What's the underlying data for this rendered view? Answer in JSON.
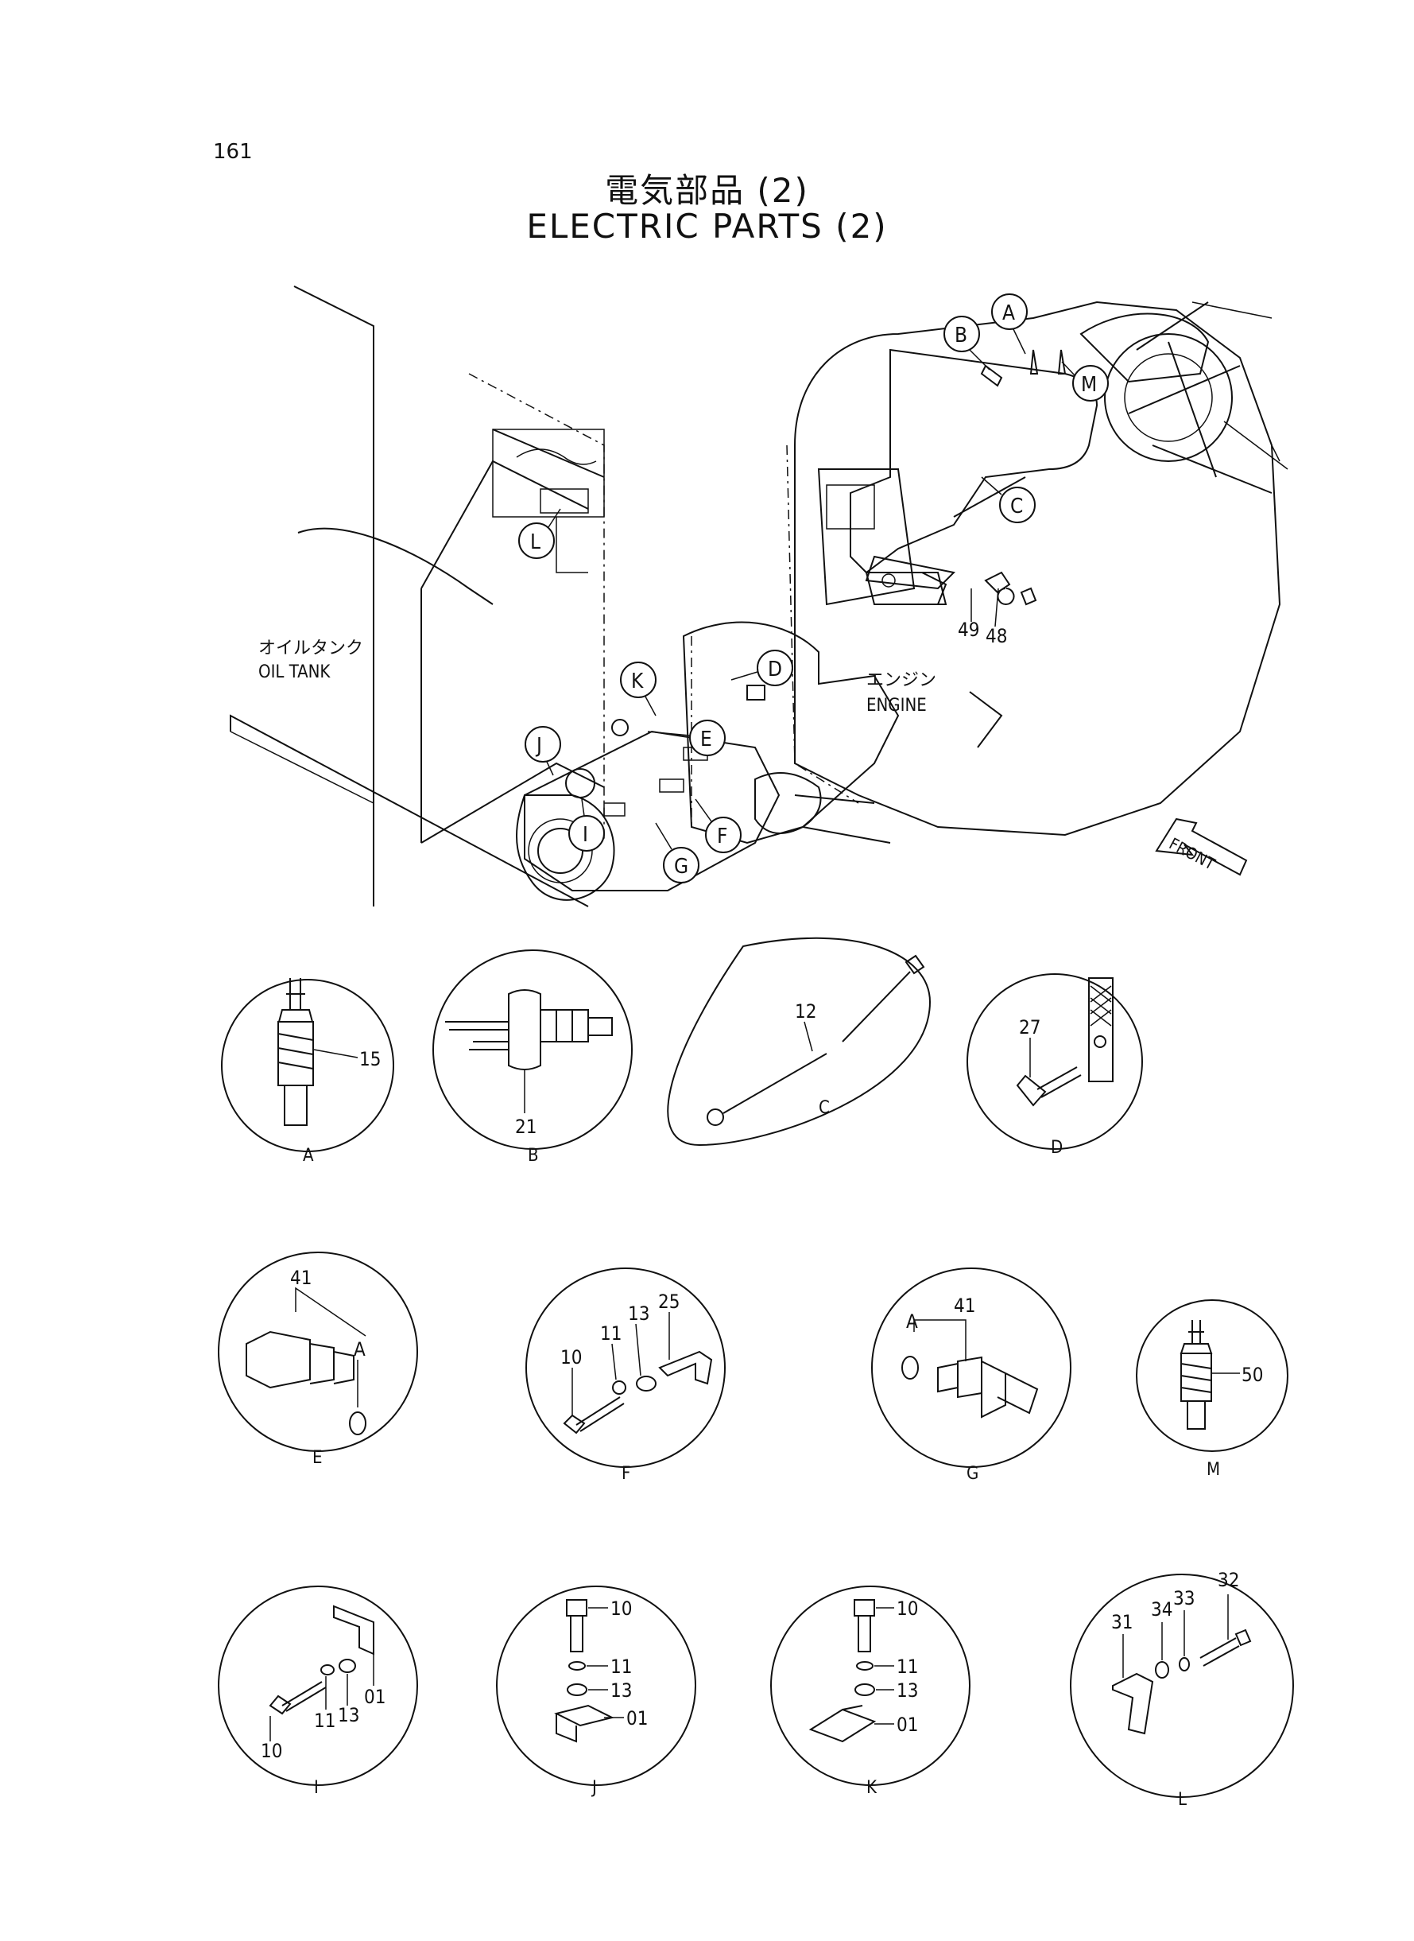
{
  "page": {
    "number": "161"
  },
  "title": {
    "jp": "電気部品 (2)",
    "en": "ELECTRIC PARTS (2)"
  },
  "labels": {
    "oil_tank_jp": "オイルタンク",
    "oil_tank_en": "OIL TANK",
    "engine_jp": "エンジン",
    "engine_en": "ENGINE",
    "front": "FRONT"
  },
  "callouts": {
    "A": "A",
    "B": "B",
    "C": "C",
    "D": "D",
    "E": "E",
    "F": "F",
    "G": "G",
    "I": "I",
    "J": "J",
    "K": "K",
    "L": "L",
    "M": "M"
  },
  "main_part_numbers": {
    "p49": "49",
    "p48": "48"
  },
  "details": {
    "A": {
      "letter": "A",
      "parts": [
        "15"
      ]
    },
    "B": {
      "letter": "B",
      "parts": [
        "21"
      ]
    },
    "C": {
      "letter": "C",
      "parts": [
        "12"
      ]
    },
    "D": {
      "letter": "D",
      "parts": [
        "27"
      ]
    },
    "E": {
      "letter": "E",
      "parts": [
        "41",
        "A"
      ]
    },
    "F": {
      "letter": "F",
      "parts": [
        "10",
        "11",
        "13",
        "25"
      ]
    },
    "G": {
      "letter": "G",
      "parts": [
        "A",
        "41"
      ]
    },
    "M": {
      "letter": "M",
      "parts": [
        "50"
      ]
    },
    "I": {
      "letter": "I",
      "parts": [
        "10",
        "11",
        "13",
        "01"
      ]
    },
    "J": {
      "letter": "J",
      "parts": [
        "10",
        "11",
        "13",
        "01"
      ]
    },
    "K": {
      "letter": "K",
      "parts": [
        "10",
        "11",
        "13",
        "01"
      ]
    },
    "L": {
      "letter": "L",
      "parts": [
        "31",
        "34",
        "33",
        "32"
      ]
    }
  }
}
